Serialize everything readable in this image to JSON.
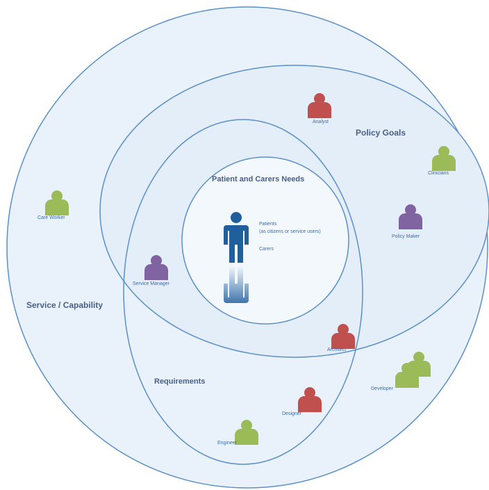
{
  "regions": {
    "service": "Service / Capability",
    "policy": "Policy Goals",
    "patient": "Patient and Carers Needs",
    "requirements": "Requirements"
  },
  "center": {
    "line1": "Patients",
    "line2": "(as citizens or service users)",
    "line3": "Carers"
  },
  "people": [
    {
      "id": "analyst",
      "label": "Analyst",
      "color": "#c0504d"
    },
    {
      "id": "clinician",
      "label": "Clinicians",
      "color": "#9bbb59"
    },
    {
      "id": "policy-maker",
      "label": "Policy Maker",
      "color": "#8064a2"
    },
    {
      "id": "care-worker",
      "label": "Care Worker",
      "color": "#9bbb59"
    },
    {
      "id": "service-manager",
      "label": "Service Manager",
      "color": "#8064a2"
    },
    {
      "id": "architect",
      "label": "Architect",
      "color": "#c0504d"
    },
    {
      "id": "developer",
      "label": "Developer",
      "color": "#9bbb59"
    },
    {
      "id": "designer",
      "label": "Designer",
      "color": "#c0504d"
    },
    {
      "id": "engineer",
      "label": "Engineer",
      "color": "#9bbb59"
    }
  ],
  "colors": {
    "ring_fill": "#e8f1fb",
    "ring_stroke": "#5b8fc7",
    "patient": "#1f5f9e"
  }
}
